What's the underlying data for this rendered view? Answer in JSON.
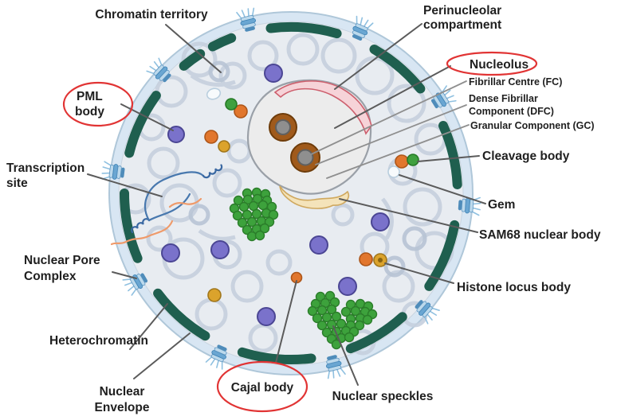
{
  "figure": {
    "type": "cell-nucleus-diagram",
    "background": "#ffffff"
  },
  "labels": {
    "chromatin_territory": {
      "text": "Chromatin territory"
    },
    "perinucleolar": {
      "line1": "Perinucleolar",
      "line2": "compartment"
    },
    "nucleolus": {
      "text": "Nucleolus"
    },
    "fibrillar_centre": {
      "text": "Fibrillar Centre (FC)"
    },
    "dense_fibrillar": {
      "line1": "Dense Fibrillar",
      "line2": "Component (DFC)"
    },
    "granular_component": {
      "text": "Granular Component (GC)"
    },
    "cleavage_body": {
      "text": "Cleavage body"
    },
    "gem": {
      "text": "Gem"
    },
    "sam68": {
      "text": "SAM68 nuclear body"
    },
    "histone_locus": {
      "text": "Histone locus body"
    },
    "nuclear_speckles": {
      "text": "Nuclear speckles"
    },
    "cajal_body": {
      "text": "Cajal body"
    },
    "nuclear_envelope": {
      "line1": "Nuclear",
      "line2": "Envelope"
    },
    "heterochromatin": {
      "text": "Heterochromatin"
    },
    "nuclear_pore_complex": {
      "line1": "Nuclear Pore",
      "line2": "Complex"
    },
    "transcription_site": {
      "line1": "Transcription",
      "line2": "site"
    },
    "pml_body": {
      "line1": "PML",
      "line2": "body"
    }
  },
  "colors": {
    "annotation_red": "#e13434",
    "label_text": "#1f1f1f",
    "leader_line": "#5b5b5b",
    "envelope_teal": "#1f5f4f",
    "envelope_band": "#d8e6f3",
    "nucleoplasm": "#e8ecf1",
    "chromatin_gray": "#c6d0de",
    "pml_purple": "#7a72cb",
    "cajal_orange": "#e1762d",
    "histone_gold": "#dba32c",
    "speckle_green": "#3da23c",
    "nucleolus_gray": "#ececec",
    "dfc_brown": "#a05a1b",
    "fc_gray": "#8f8f8f",
    "pnc_pink": "#f6d3d8",
    "sam68_tan": "#f4e3ba",
    "pore_blue": "#6aa6d2"
  }
}
